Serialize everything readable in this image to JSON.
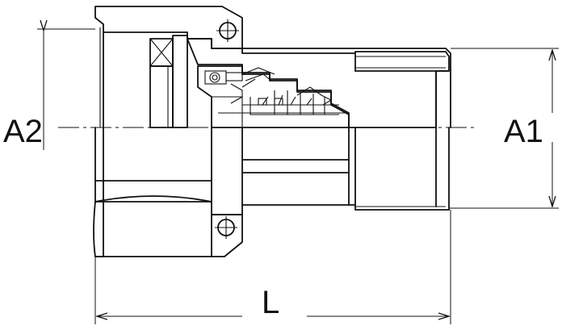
{
  "labels": {
    "a2": "A2",
    "a1": "A1",
    "l": "L"
  }
}
